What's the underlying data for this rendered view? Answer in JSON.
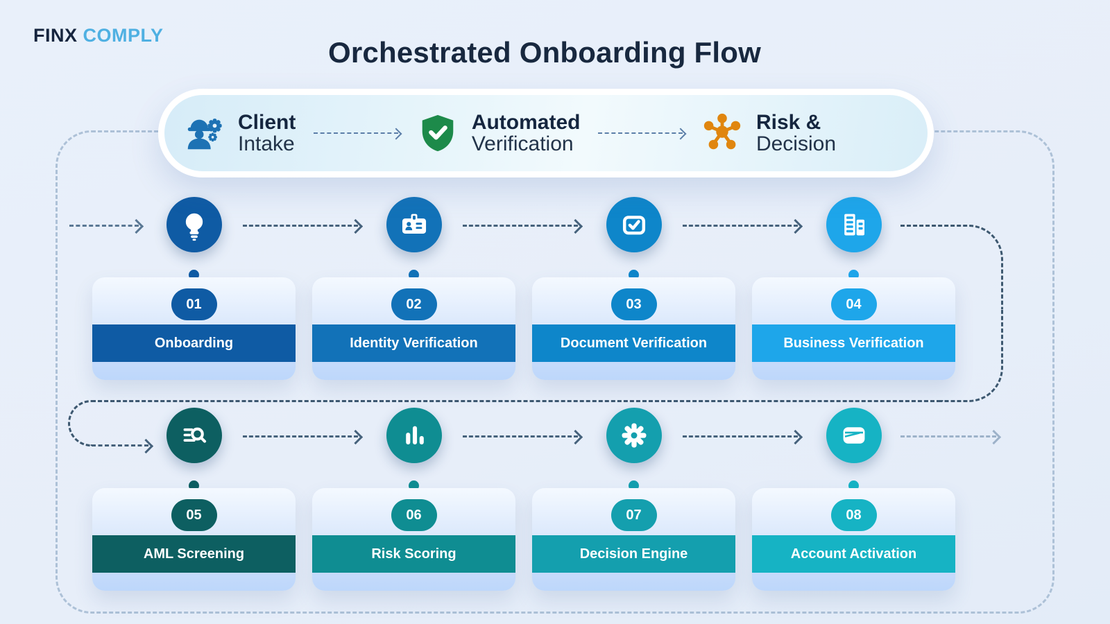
{
  "brand": {
    "part1": "FINX",
    "part2": "COMPLY"
  },
  "title": "Orchestrated Onboarding Flow",
  "phases": [
    {
      "line1": "Client",
      "line2": "Intake",
      "icon": "engineer-icon",
      "color": "#1d72b4"
    },
    {
      "line1": "Automated",
      "line2": "Verification",
      "icon": "shield-check-icon",
      "color": "#1d8a4a"
    },
    {
      "line1": "Risk &",
      "line2": "Decision",
      "icon": "network-icon",
      "color": "#e0860f"
    }
  ],
  "steps": [
    {
      "number": "01",
      "label": "Onboarding",
      "icon": "lightbulb-icon",
      "color": "#0f5ba4"
    },
    {
      "number": "02",
      "label": "Identity Verification",
      "icon": "id-card-icon",
      "color": "#1272b8"
    },
    {
      "number": "03",
      "label": "Document Verification",
      "icon": "checkbox-icon",
      "color": "#0e86ca"
    },
    {
      "number": "04",
      "label": "Business Verification",
      "icon": "buildings-icon",
      "color": "#1ea6ea"
    },
    {
      "number": "05",
      "label": "AML Screening",
      "icon": "search-list-icon",
      "color": "#0d5f61"
    },
    {
      "number": "06",
      "label": "Risk Scoring",
      "icon": "bar-chart-icon",
      "color": "#0f8d92"
    },
    {
      "number": "07",
      "label": "Decision Engine",
      "icon": "gear-icon",
      "color": "#149fae"
    },
    {
      "number": "08",
      "label": "Account Activation",
      "icon": "wallet-icon",
      "color": "#16b3c4"
    }
  ],
  "palette": {
    "background": "#e9f0fa",
    "boundary_dash": "#adc1d7",
    "flow_dash": "#3d5870",
    "arrow_dash": "#46627c",
    "exit_arrow_dash": "#9db2c9",
    "brand_primary": "#16253e",
    "brand_accent": "#4fb0e2",
    "title_color": "#18283f"
  }
}
